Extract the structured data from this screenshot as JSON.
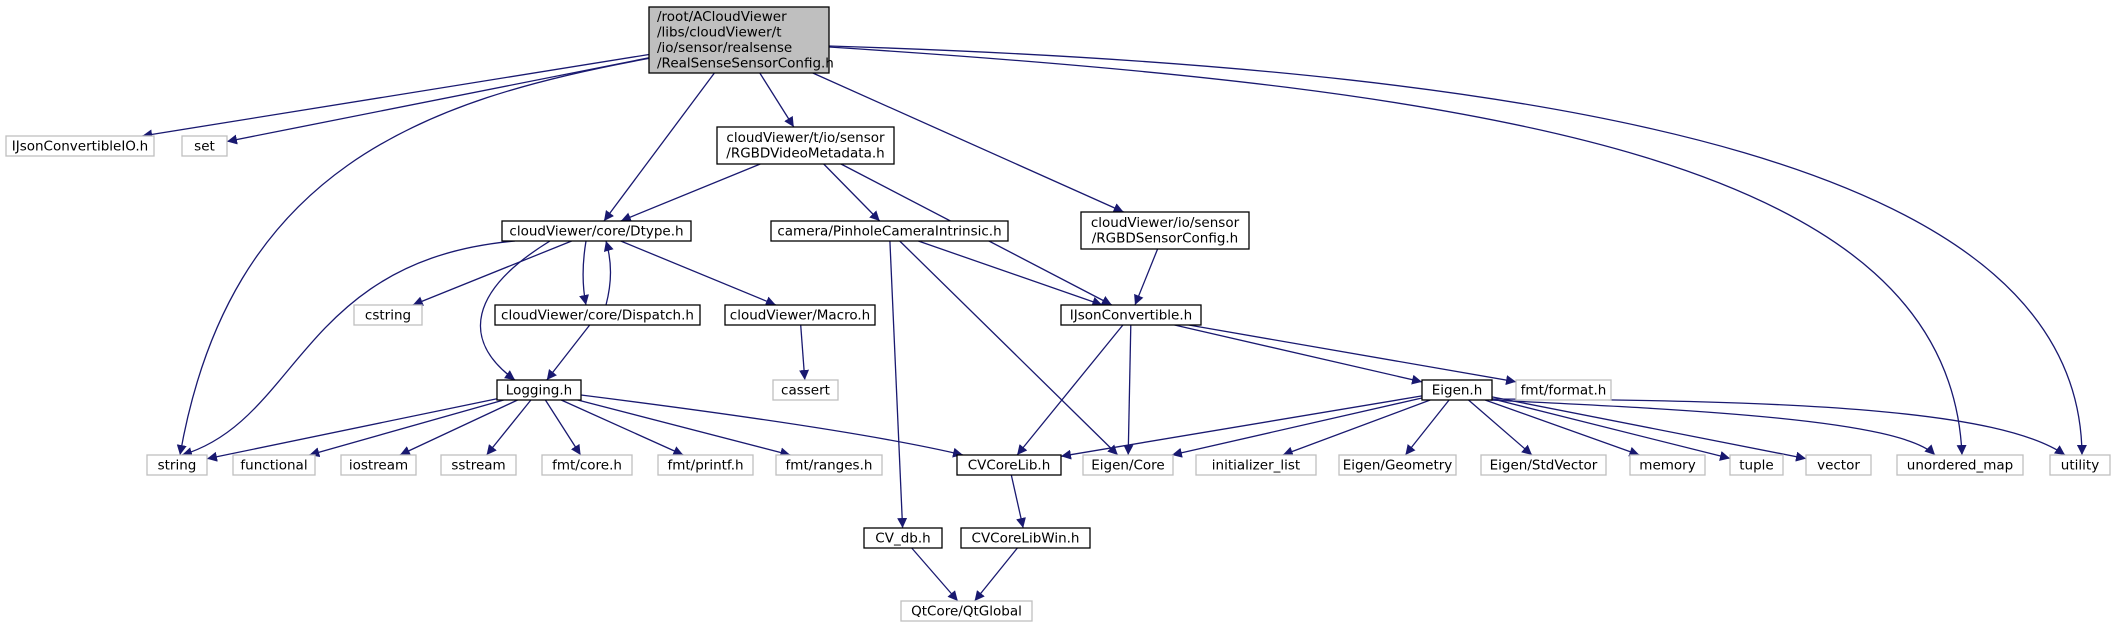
{
  "colors": {
    "edge": "#191970",
    "node_border": "#000000",
    "external_border": "#bfbfbf",
    "root_fill": "#bfbfbf",
    "node_fill": "#ffffff",
    "text": "#000000"
  },
  "nodes": [
    {
      "id": "root",
      "lines": [
        "/root/ACloudViewer",
        "/libs/cloudViewer/t",
        "/io/sensor/realsense",
        "/RealSenseSensorConfig.h"
      ],
      "kind": "root"
    },
    {
      "id": "ijsonio",
      "lines": [
        "IJsonConvertibleIO.h"
      ],
      "kind": "external"
    },
    {
      "id": "set",
      "lines": [
        "set"
      ],
      "kind": "external"
    },
    {
      "id": "rgbdvideo",
      "lines": [
        "cloudViewer/t/io/sensor",
        "/RGBDVideoMetadata.h"
      ],
      "kind": "internal"
    },
    {
      "id": "rgbdsensor",
      "lines": [
        "cloudViewer/io/sensor",
        "/RGBDSensorConfig.h"
      ],
      "kind": "internal"
    },
    {
      "id": "dtype",
      "lines": [
        "cloudViewer/core/Dtype.h"
      ],
      "kind": "internal"
    },
    {
      "id": "pinhole",
      "lines": [
        "camera/PinholeCameraIntrinsic.h"
      ],
      "kind": "internal"
    },
    {
      "id": "cstring",
      "lines": [
        "cstring"
      ],
      "kind": "external"
    },
    {
      "id": "dispatch",
      "lines": [
        "cloudViewer/core/Dispatch.h"
      ],
      "kind": "internal"
    },
    {
      "id": "macro",
      "lines": [
        "cloudViewer/Macro.h"
      ],
      "kind": "internal"
    },
    {
      "id": "ijson",
      "lines": [
        "IJsonConvertible.h"
      ],
      "kind": "internal"
    },
    {
      "id": "cassert",
      "lines": [
        "cassert"
      ],
      "kind": "external"
    },
    {
      "id": "fmtformat",
      "lines": [
        "fmt/format.h"
      ],
      "kind": "external"
    },
    {
      "id": "logging",
      "lines": [
        "Logging.h"
      ],
      "kind": "internal"
    },
    {
      "id": "eigen",
      "lines": [
        "Eigen.h"
      ],
      "kind": "internal"
    },
    {
      "id": "string",
      "lines": [
        "string"
      ],
      "kind": "external"
    },
    {
      "id": "functional",
      "lines": [
        "functional"
      ],
      "kind": "external"
    },
    {
      "id": "iostream",
      "lines": [
        "iostream"
      ],
      "kind": "external"
    },
    {
      "id": "sstream",
      "lines": [
        "sstream"
      ],
      "kind": "external"
    },
    {
      "id": "fmtcore",
      "lines": [
        "fmt/core.h"
      ],
      "kind": "external"
    },
    {
      "id": "fmtprintf",
      "lines": [
        "fmt/printf.h"
      ],
      "kind": "external"
    },
    {
      "id": "fmtranges",
      "lines": [
        "fmt/ranges.h"
      ],
      "kind": "external"
    },
    {
      "id": "cvcorelib",
      "lines": [
        "CVCoreLib.h"
      ],
      "kind": "internal"
    },
    {
      "id": "eigencore",
      "lines": [
        "Eigen/Core"
      ],
      "kind": "external"
    },
    {
      "id": "initlist",
      "lines": [
        "initializer_list"
      ],
      "kind": "external"
    },
    {
      "id": "eigengeom",
      "lines": [
        "Eigen/Geometry"
      ],
      "kind": "external"
    },
    {
      "id": "eigenstdvec",
      "lines": [
        "Eigen/StdVector"
      ],
      "kind": "external"
    },
    {
      "id": "memory",
      "lines": [
        "memory"
      ],
      "kind": "external"
    },
    {
      "id": "tuple",
      "lines": [
        "tuple"
      ],
      "kind": "external"
    },
    {
      "id": "vector",
      "lines": [
        "vector"
      ],
      "kind": "external"
    },
    {
      "id": "umap",
      "lines": [
        "unordered_map"
      ],
      "kind": "external"
    },
    {
      "id": "utility",
      "lines": [
        "utility"
      ],
      "kind": "external"
    },
    {
      "id": "cvcorelibwin",
      "lines": [
        "CVCoreLibWin.h"
      ],
      "kind": "internal"
    },
    {
      "id": "cvdb",
      "lines": [
        "CV_db.h"
      ],
      "kind": "internal"
    },
    {
      "id": "qtglobal",
      "lines": [
        "QtCore/QtGlobal"
      ],
      "kind": "external"
    }
  ],
  "edges": [
    [
      "root",
      "ijsonio"
    ],
    [
      "root",
      "set"
    ],
    [
      "root",
      "rgbdvideo"
    ],
    [
      "root",
      "rgbdsensor"
    ],
    [
      "root",
      "dtype"
    ],
    [
      "root",
      "string"
    ],
    [
      "root",
      "umap"
    ],
    [
      "root",
      "utility"
    ],
    [
      "rgbdvideo",
      "dtype"
    ],
    [
      "rgbdvideo",
      "pinhole"
    ],
    [
      "rgbdvideo",
      "ijson"
    ],
    [
      "rgbdsensor",
      "ijson"
    ],
    [
      "dtype",
      "string"
    ],
    [
      "dtype",
      "cstring"
    ],
    [
      "dtype",
      "dispatch"
    ],
    [
      "dtype",
      "macro"
    ],
    [
      "dtype",
      "logging"
    ],
    [
      "dispatch",
      "dtype"
    ],
    [
      "dispatch",
      "logging"
    ],
    [
      "macro",
      "cassert"
    ],
    [
      "pinhole",
      "ijson"
    ],
    [
      "pinhole",
      "eigencore"
    ],
    [
      "pinhole",
      "cvdb"
    ],
    [
      "ijson",
      "cvcorelib"
    ],
    [
      "ijson",
      "eigencore"
    ],
    [
      "ijson",
      "eigen"
    ],
    [
      "ijson",
      "fmtformat"
    ],
    [
      "logging",
      "string"
    ],
    [
      "logging",
      "functional"
    ],
    [
      "logging",
      "iostream"
    ],
    [
      "logging",
      "sstream"
    ],
    [
      "logging",
      "fmtcore"
    ],
    [
      "logging",
      "fmtprintf"
    ],
    [
      "logging",
      "fmtranges"
    ],
    [
      "logging",
      "cvcorelib"
    ],
    [
      "eigen",
      "cvcorelib"
    ],
    [
      "eigen",
      "eigencore"
    ],
    [
      "eigen",
      "initlist"
    ],
    [
      "eigen",
      "eigengeom"
    ],
    [
      "eigen",
      "eigenstdvec"
    ],
    [
      "eigen",
      "memory"
    ],
    [
      "eigen",
      "tuple"
    ],
    [
      "eigen",
      "vector"
    ],
    [
      "eigen",
      "umap"
    ],
    [
      "eigen",
      "utility"
    ],
    [
      "cvcorelib",
      "cvcorelibwin"
    ],
    [
      "cvcorelibwin",
      "qtglobal"
    ],
    [
      "cvdb",
      "qtglobal"
    ]
  ]
}
